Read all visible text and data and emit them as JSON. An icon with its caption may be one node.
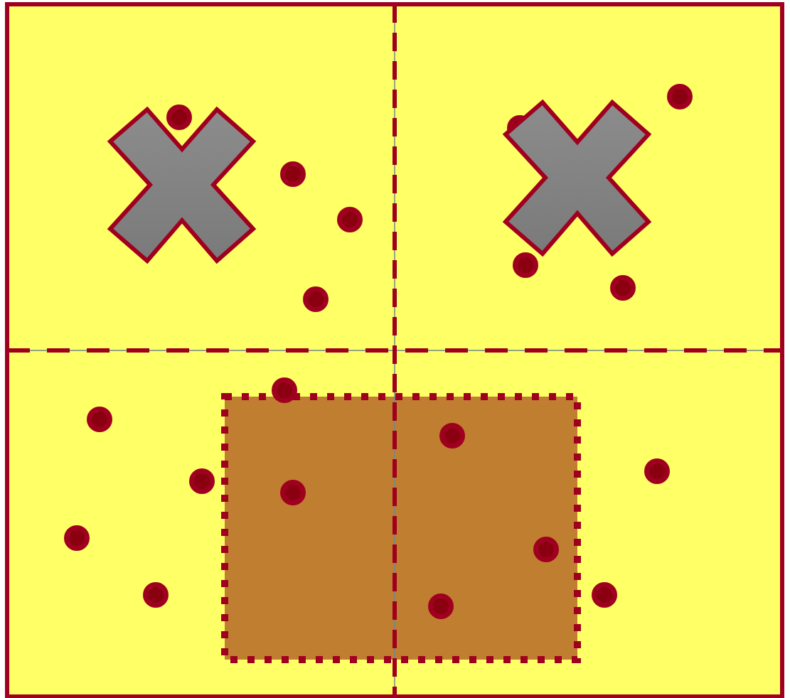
{
  "diagram": {
    "nodes": [
      {
        "text": [],
        "shape": "cross"
      },
      {
        "text": [],
        "shape": "cross"
      },
      {
        "text": [],
        "shape": "box"
      }
    ]
  }
}
